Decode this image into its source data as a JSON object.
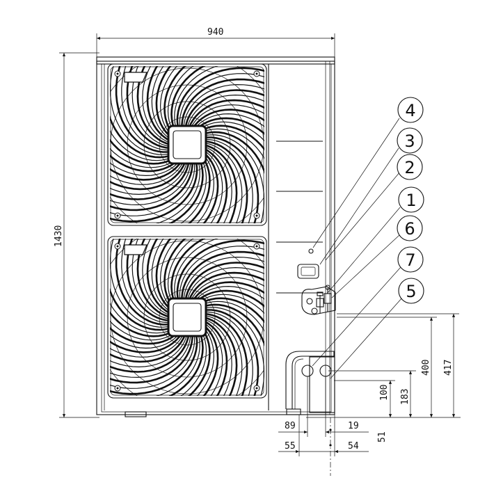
{
  "dimensions": {
    "width": "940",
    "height": "1430",
    "d417": "417",
    "d400": "400",
    "d183": "183",
    "d100": "100",
    "d89": "89",
    "d19": "19",
    "d55": "55",
    "d54": "54",
    "d51": "51"
  },
  "callouts": [
    {
      "id": "4",
      "label": "4"
    },
    {
      "id": "3",
      "label": "3"
    },
    {
      "id": "2",
      "label": "2"
    },
    {
      "id": "1",
      "label": "1"
    },
    {
      "id": "6",
      "label": "6"
    },
    {
      "id": "7",
      "label": "7"
    },
    {
      "id": "5",
      "label": "5"
    }
  ]
}
